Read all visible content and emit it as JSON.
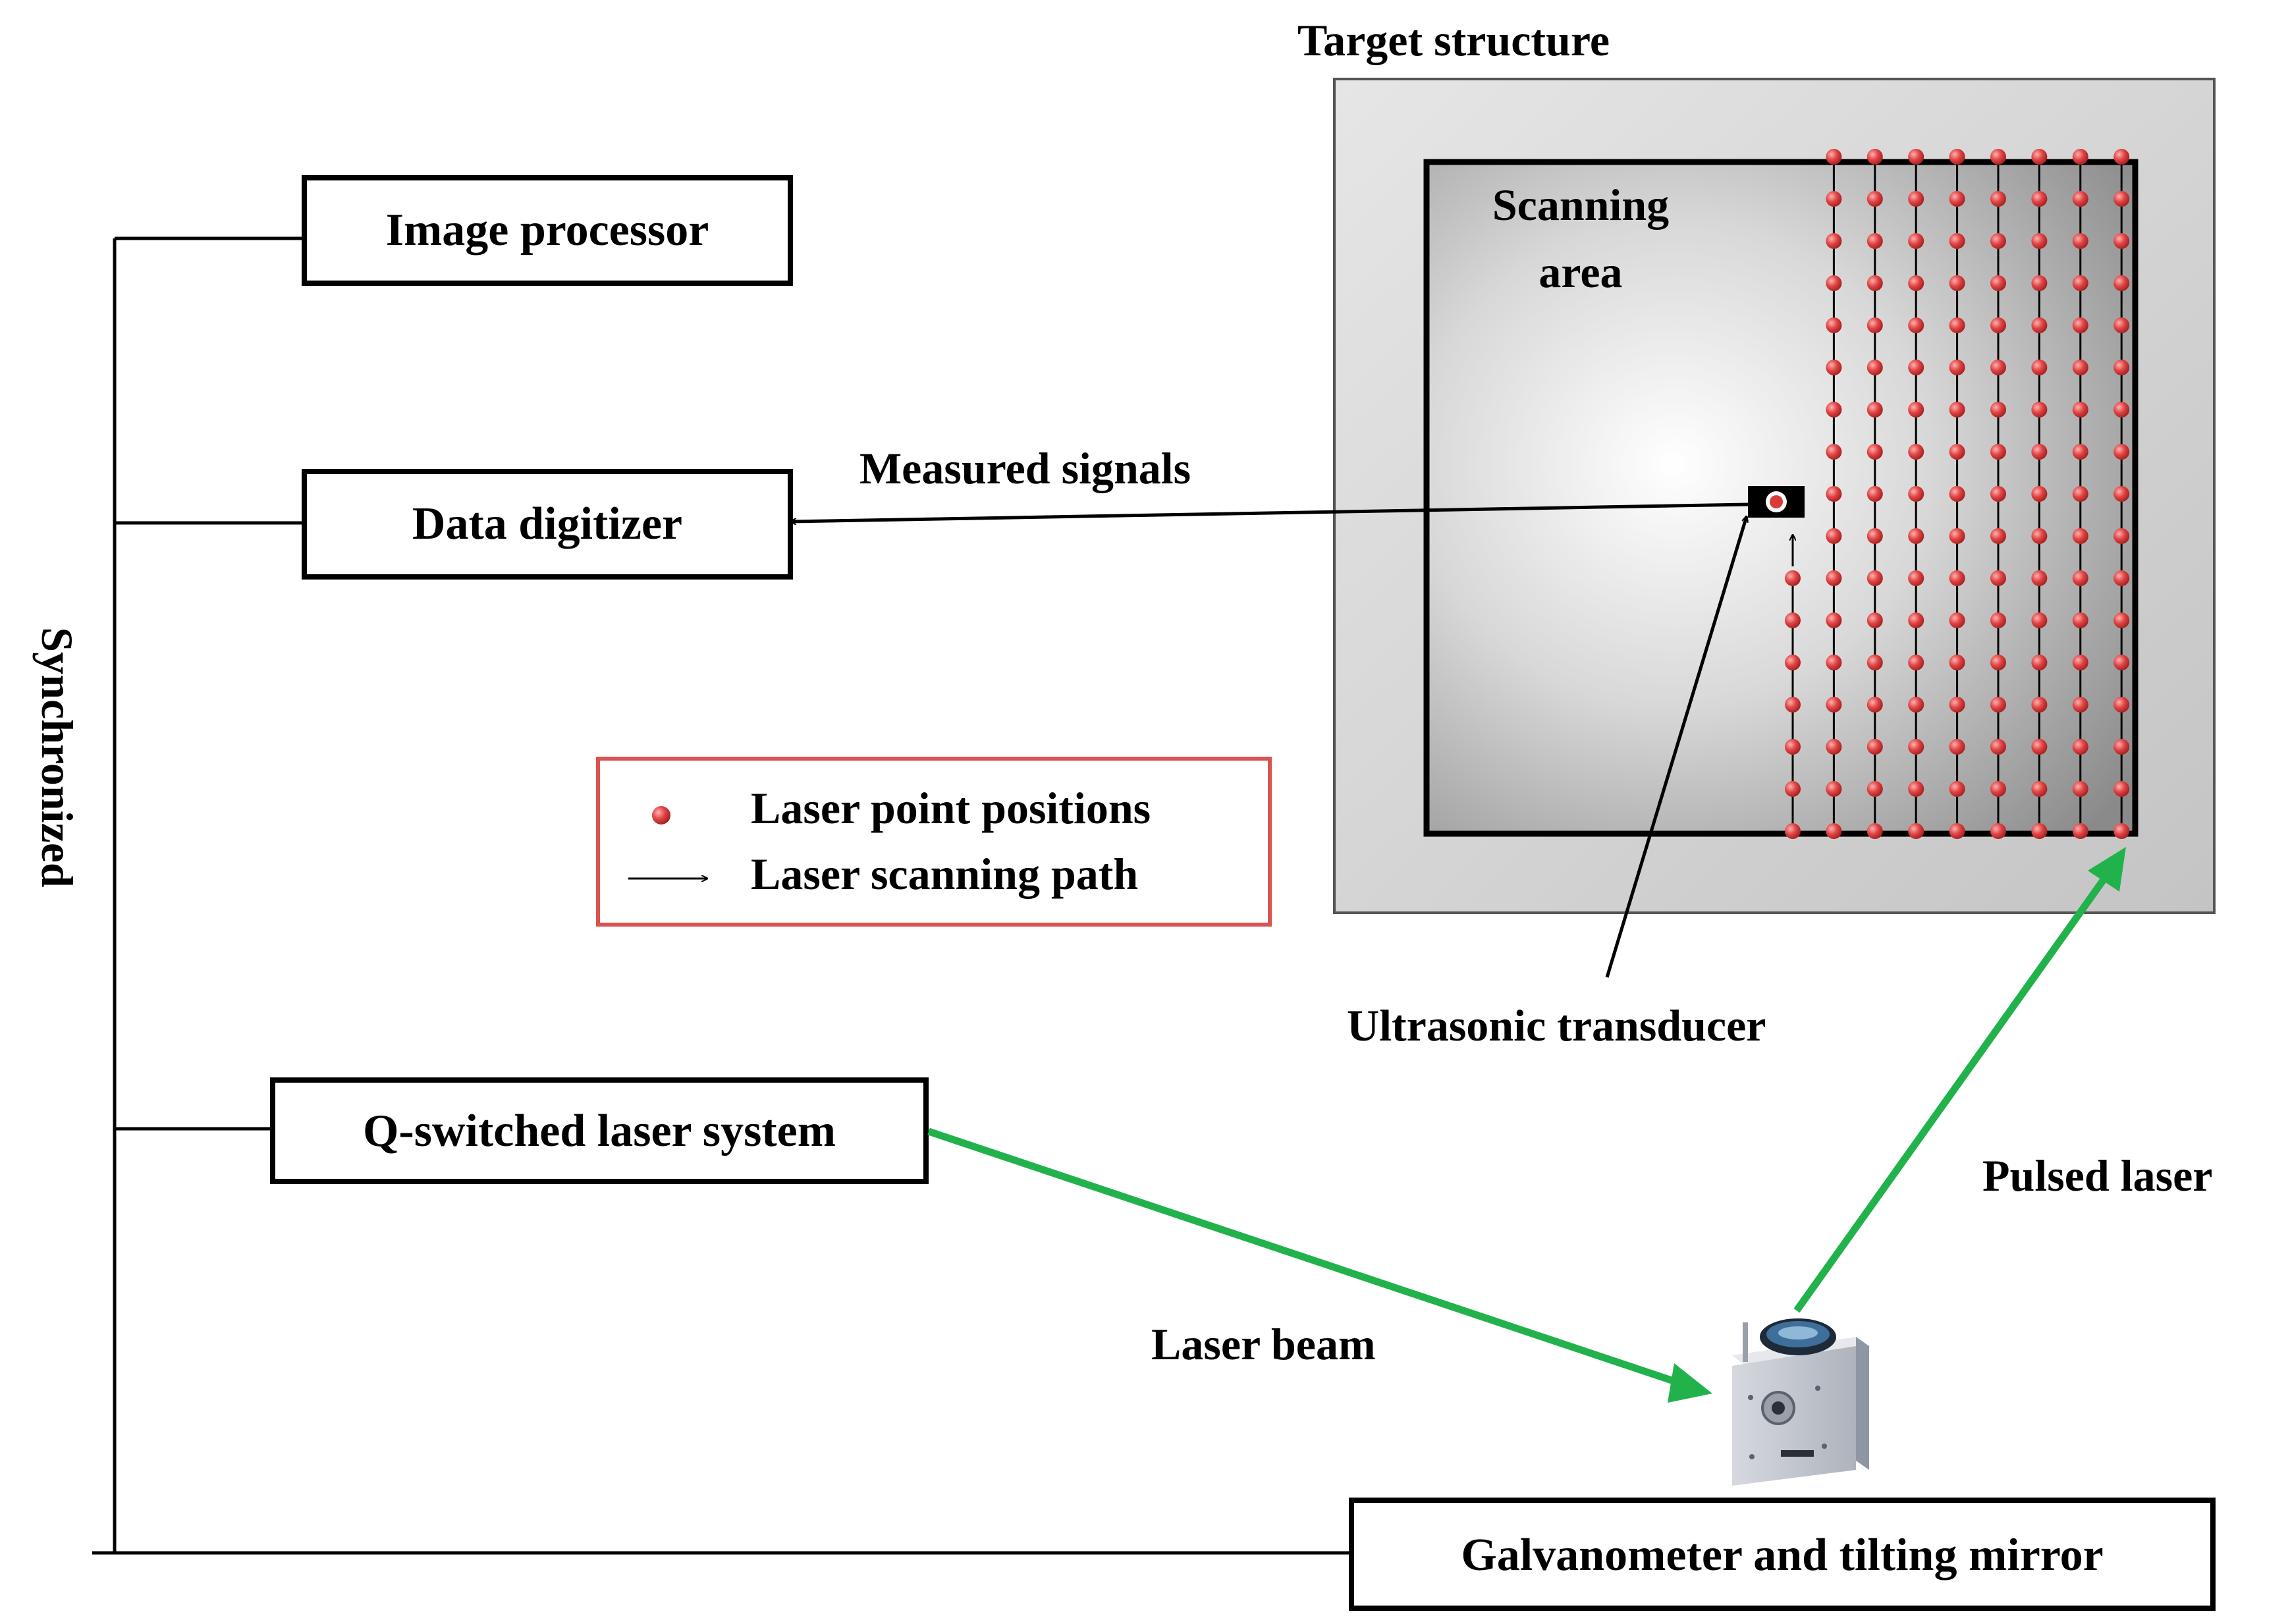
{
  "labels": {
    "target_structure": "Target structure",
    "scanning_area_line1": "Scanning",
    "scanning_area_line2": "area",
    "measured_signals": "Measured signals",
    "ultrasonic_transducer": "Ultrasonic  transducer",
    "pulsed_laser": "Pulsed laser",
    "laser_beam": "Laser beam",
    "synchronized": "Synchronized"
  },
  "boxes": {
    "image_processor": "Image processor",
    "data_digitizer": "Data digitizer",
    "q_switched_laser": "Q-switched laser system",
    "galvanometer": "Galvanometer and tilting mirror"
  },
  "legend": {
    "point_positions": "Laser point  positions",
    "scanning_path": "Laser scanning  path"
  },
  "colors": {
    "laser_green": "#22b24c",
    "point_red": "#d93a3a",
    "legend_border": "#d9534f"
  },
  "icons": {
    "legend_point": "red-dot-icon",
    "legend_path": "arrow-right-icon",
    "galvanometer": "galvanometer-scanner-icon"
  }
}
